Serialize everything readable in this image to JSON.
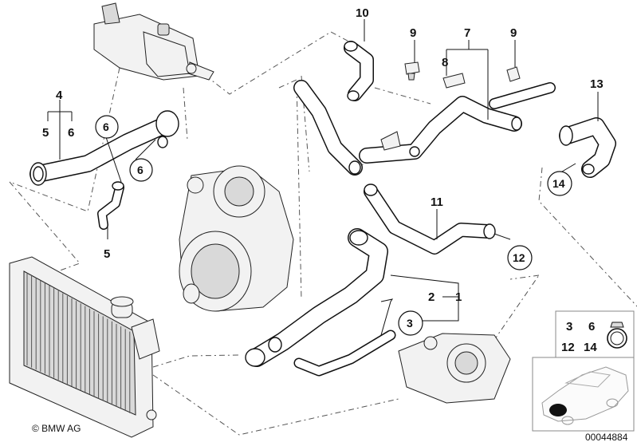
{
  "callouts": {
    "n1": "1",
    "n2": "2",
    "n3": "3",
    "n4": "4",
    "n5a": "5",
    "n5b": "5",
    "n6a": "6",
    "n6b": "6",
    "n6c": "6",
    "n7": "7",
    "n8": "8",
    "n9a": "9",
    "n9b": "9",
    "n10": "10",
    "n11": "11",
    "n12": "12",
    "n13": "13",
    "n14": "14"
  },
  "inset": {
    "label_3": "3",
    "label_6": "6",
    "label_12": "12",
    "label_14": "14"
  },
  "footer": {
    "copyright": "© BMW AG",
    "image_number": "00044884"
  },
  "colors": {
    "line": "#111111",
    "part_fill": "#f2f2f2",
    "background": "#ffffff"
  }
}
